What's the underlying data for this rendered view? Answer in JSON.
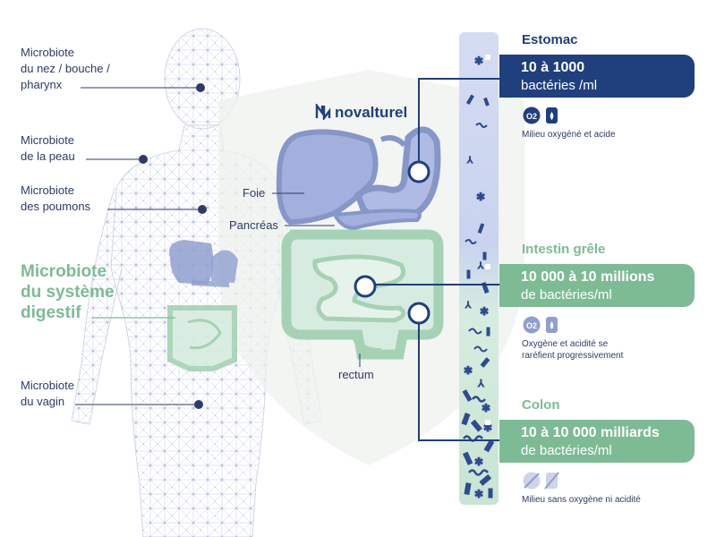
{
  "brand": {
    "name": "novalturel",
    "color": "#1f3f7d"
  },
  "body_labels": [
    {
      "id": "nose",
      "lines": [
        "Microbiote",
        "du nez / bouche /",
        "pharynx"
      ]
    },
    {
      "id": "skin",
      "lines": [
        "Microbiote",
        "de la peau"
      ]
    },
    {
      "id": "lungs",
      "lines": [
        "Microbiote",
        "des poumons"
      ]
    },
    {
      "id": "digestive",
      "lines": [
        "Microbiote",
        "du système",
        "digestif"
      ]
    },
    {
      "id": "vagina",
      "lines": [
        "Microbiote",
        "du vagin"
      ]
    }
  ],
  "organ_labels": {
    "liver": "Foie",
    "pancreas": "Pancréas",
    "rectum": "rectum"
  },
  "sections": [
    {
      "id": "stomach",
      "title": "Estomac",
      "value": "10 à 1000",
      "unit": "bactéries /ml",
      "environment": [
        "Milieu oxygéné et acide"
      ],
      "color": "#1f3f7d",
      "icons": [
        "oxygen-icon",
        "acidity-icon"
      ]
    },
    {
      "id": "small-intestine",
      "title": "Intestin grêle",
      "value": "10 000 à 10 millions",
      "unit": "de bactéries/ml",
      "environment": [
        "Oxygène et acidité se",
        "raréfient progressivement"
      ],
      "color": "#7dbb95",
      "icons": [
        "oxygen-icon",
        "acidity-icon"
      ]
    },
    {
      "id": "colon",
      "title": "Colon",
      "value": "10  à 10 000 milliards",
      "unit": "de bactéries/ml",
      "environment": [
        "Milieu sans oxygène ni acidité"
      ],
      "color": "#7dbb95",
      "icons": [
        "no-oxygen-icon",
        "no-acidity-icon"
      ]
    }
  ],
  "icon_text": {
    "oxygen": "O2"
  },
  "colors": {
    "navy": "#1f3f7d",
    "green": "#7dbb95",
    "text": "#2e3a6a",
    "organ_blue": "#8f9fcf",
    "organ_green": "#c9e3d2"
  }
}
